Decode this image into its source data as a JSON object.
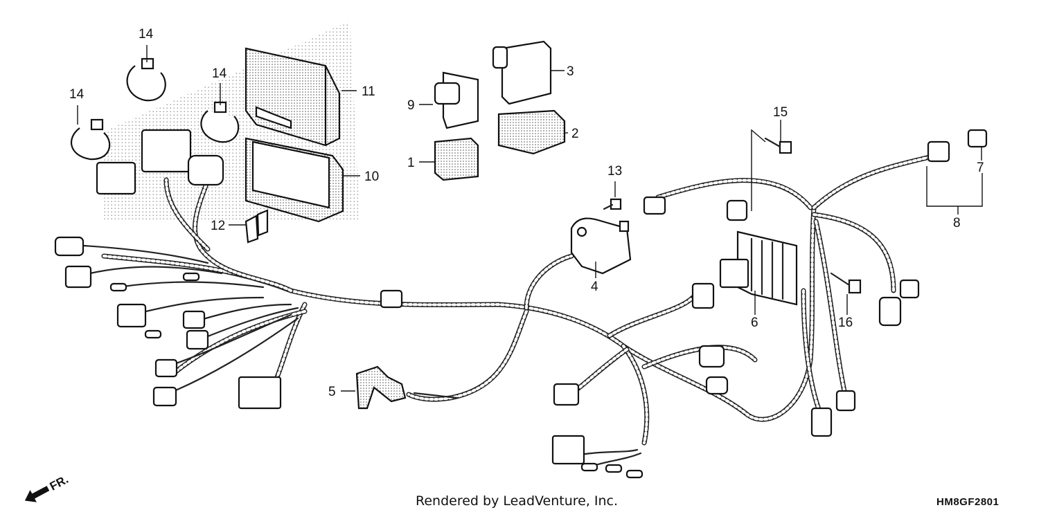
{
  "callouts": {
    "c1": "1",
    "c2": "2",
    "c3": "3",
    "c4": "4",
    "c5": "5",
    "c6": "6",
    "c7": "7",
    "c8": "8",
    "c9": "9",
    "c10": "10",
    "c11": "11",
    "c12": "12",
    "c13": "13",
    "c14a": "14",
    "c14b": "14",
    "c14c": "14",
    "c15": "15",
    "c16": "16"
  },
  "direction_label": "FR.",
  "credit": "Rendered by LeadVenture, Inc.",
  "diagram_code": "HM8GF2801"
}
